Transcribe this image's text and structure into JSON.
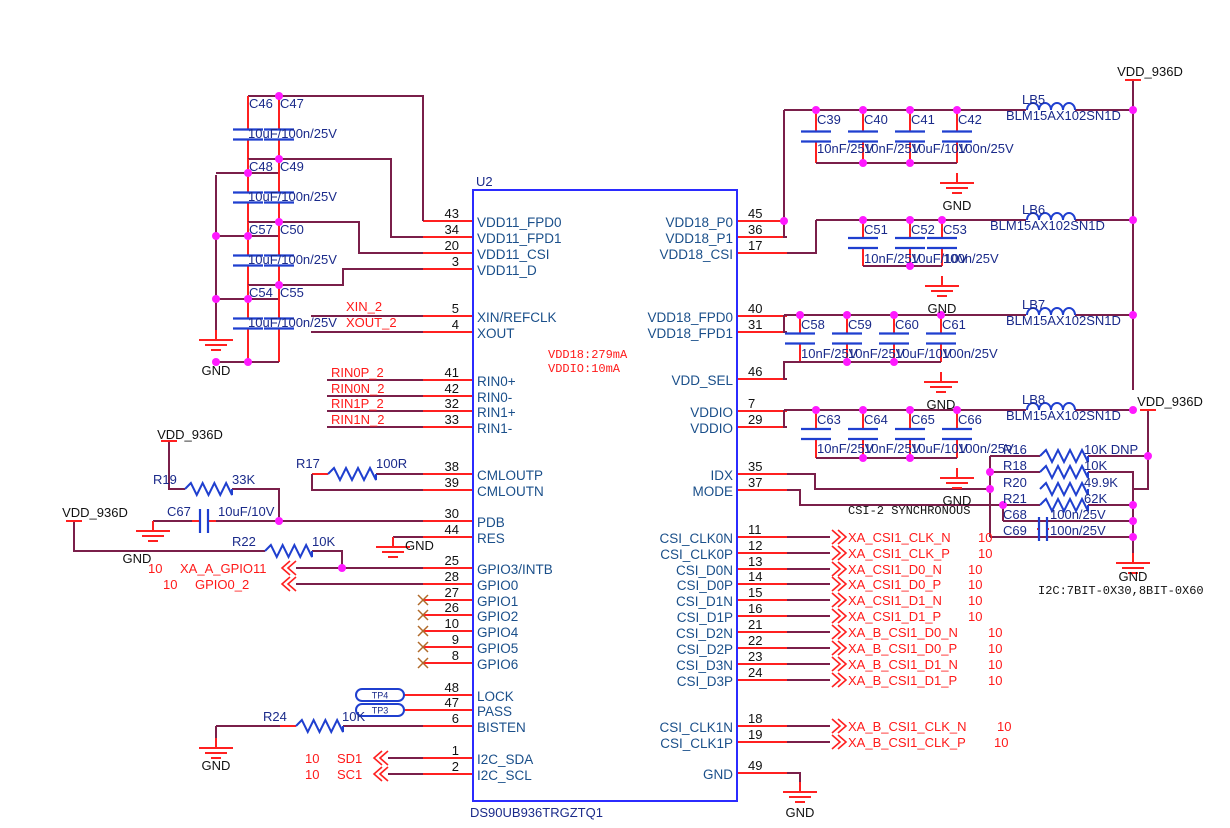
{
  "colors": {
    "wire": "#7a1f4a",
    "pin": "#ff2020",
    "body": "#2b2bff",
    "junction": "#ff19ff",
    "component": "#1f3fcf",
    "net_label": "#ff1a1a"
  },
  "ic": {
    "ref": "U2",
    "part": "DS90UB936TRGZTQ1",
    "notes": [
      "VDD18:279mA",
      "VDDIO:10mA"
    ],
    "left_pins": [
      {
        "num": "43",
        "name": "VDD11_FPD0"
      },
      {
        "num": "34",
        "name": "VDD11_FPD1"
      },
      {
        "num": "20",
        "name": "VDD11_CSI"
      },
      {
        "num": "3",
        "name": "VDD11_D"
      },
      {
        "num": "5",
        "name": "XIN/REFCLK"
      },
      {
        "num": "4",
        "name": "XOUT"
      },
      {
        "num": "41",
        "name": "RIN0+"
      },
      {
        "num": "42",
        "name": "RIN0-"
      },
      {
        "num": "32",
        "name": "RIN1+"
      },
      {
        "num": "33",
        "name": "RIN1-"
      },
      {
        "num": "38",
        "name": "CMLOUTP"
      },
      {
        "num": "39",
        "name": "CMLOUTN"
      },
      {
        "num": "30",
        "name": "PDB"
      },
      {
        "num": "44",
        "name": "RES"
      },
      {
        "num": "25",
        "name": "GPIO3/INTB"
      },
      {
        "num": "28",
        "name": "GPIO0"
      },
      {
        "num": "27",
        "name": "GPIO1"
      },
      {
        "num": "26",
        "name": "GPIO2"
      },
      {
        "num": "10",
        "name": "GPIO4"
      },
      {
        "num": "9",
        "name": "GPIO5"
      },
      {
        "num": "8",
        "name": "GPIO6"
      },
      {
        "num": "48",
        "name": "LOCK"
      },
      {
        "num": "47",
        "name": "PASS"
      },
      {
        "num": "6",
        "name": "BISTEN"
      },
      {
        "num": "1",
        "name": "I2C_SDA"
      },
      {
        "num": "2",
        "name": "I2C_SCL"
      }
    ],
    "right_pins": [
      {
        "num": "45",
        "name": "VDD18_P0"
      },
      {
        "num": "36",
        "name": "VDD18_P1"
      },
      {
        "num": "17",
        "name": "VDD18_CSI"
      },
      {
        "num": "40",
        "name": "VDD18_FPD0"
      },
      {
        "num": "31",
        "name": "VDD18_FPD1"
      },
      {
        "num": "46",
        "name": "VDD_SEL"
      },
      {
        "num": "7",
        "name": "VDDIO"
      },
      {
        "num": "29",
        "name": "VDDIO"
      },
      {
        "num": "35",
        "name": "IDX"
      },
      {
        "num": "37",
        "name": "MODE"
      },
      {
        "num": "11",
        "name": "CSI_CLK0N"
      },
      {
        "num": "12",
        "name": "CSI_CLK0P"
      },
      {
        "num": "13",
        "name": "CSI_D0N"
      },
      {
        "num": "14",
        "name": "CSI_D0P"
      },
      {
        "num": "15",
        "name": "CSI_D1N"
      },
      {
        "num": "16",
        "name": "CSI_D1P"
      },
      {
        "num": "21",
        "name": "CSI_D2N"
      },
      {
        "num": "22",
        "name": "CSI_D2P"
      },
      {
        "num": "23",
        "name": "CSI_D3N"
      },
      {
        "num": "24",
        "name": "CSI_D3P"
      },
      {
        "num": "18",
        "name": "CSI_CLK1N"
      },
      {
        "num": "19",
        "name": "CSI_CLK1P"
      },
      {
        "num": "49",
        "name": "GND"
      }
    ]
  },
  "left_cap_pairs": [
    {
      "a": "C46",
      "b": "C47",
      "value": "10uF/100n/25V"
    },
    {
      "a": "C48",
      "b": "C49",
      "value": "10uF/100n/25V"
    },
    {
      "a": "C57",
      "b": "C50",
      "value": "10uF/100n/25V"
    },
    {
      "a": "C54",
      "b": "C55",
      "value": "10uF/100n/25V"
    }
  ],
  "left_nets": {
    "xin": "XIN_2",
    "xout": "XOUT_2",
    "rin": [
      "RIN0P_2",
      "RIN0N_2",
      "RIN1P_2",
      "RIN1N_2"
    ],
    "gpio_ports": [
      {
        "page": "10",
        "name": "XA_A_GPIO11"
      },
      {
        "page": "10",
        "name": "GPIO0_2"
      }
    ],
    "i2c_ports": [
      {
        "page": "10",
        "name": "SD1"
      },
      {
        "page": "10",
        "name": "SC1"
      }
    ]
  },
  "left_parts": {
    "r17": {
      "ref": "R17",
      "value": "100R"
    },
    "r19": {
      "ref": "R19",
      "value": "33K"
    },
    "c67": {
      "ref": "C67",
      "value": "10uF/10V"
    },
    "r22": {
      "ref": "R22",
      "value": "10K"
    },
    "r24": {
      "ref": "R24",
      "value": "10K"
    },
    "tp4": "TP4",
    "tp3": "TP3"
  },
  "power": {
    "vdd": "VDD_936D",
    "gnd": "GND"
  },
  "rails": [
    {
      "ferrite": "LB5",
      "part": "BLM15AX102SN1D",
      "caps": [
        {
          "ref": "C39",
          "value": "10nF/25V"
        },
        {
          "ref": "C40",
          "value": "10nF/25V"
        },
        {
          "ref": "C41",
          "value": "10uF/10V"
        },
        {
          "ref": "C42",
          "value": "100n/25V"
        }
      ]
    },
    {
      "ferrite": "LB6",
      "part": "BLM15AX102SN1D",
      "caps": [
        {
          "ref": "C51",
          "value": "10nF/25V"
        },
        {
          "ref": "C52",
          "value": "10uF/10V"
        },
        {
          "ref": "C53",
          "value": "100n/25V"
        }
      ]
    },
    {
      "ferrite": "LB7",
      "part": "BLM15AX102SN1D",
      "caps": [
        {
          "ref": "C58",
          "value": "10nF/25V"
        },
        {
          "ref": "C59",
          "value": "10nF/25V"
        },
        {
          "ref": "C60",
          "value": "10uF/10V"
        },
        {
          "ref": "C61",
          "value": "100n/25V"
        }
      ]
    },
    {
      "ferrite": "LB8",
      "part": "BLM15AX102SN1D",
      "caps": [
        {
          "ref": "C63",
          "value": "10nF/25V"
        },
        {
          "ref": "C64",
          "value": "10nF/25V"
        },
        {
          "ref": "C65",
          "value": "10uF/10V"
        },
        {
          "ref": "C66",
          "value": "100n/25V"
        }
      ]
    }
  ],
  "strap": {
    "parts": [
      {
        "ref": "R16",
        "value": "10K DNP"
      },
      {
        "ref": "R18",
        "value": "10K"
      },
      {
        "ref": "R20",
        "value": "49.9K"
      },
      {
        "ref": "R21",
        "value": "62K"
      },
      {
        "ref": "C68",
        "value": "100n/25V"
      },
      {
        "ref": "C69",
        "value": "100n/25V"
      }
    ],
    "mode_note": "CSI-2 SYNCHRONOUS",
    "i2c_note": "I2C:7BIT-0X30,8BIT-0X60"
  },
  "csi_ports": [
    {
      "name": "XA_CSI1_CLK_N",
      "page": "10"
    },
    {
      "name": "XA_CSI1_CLK_P",
      "page": "10"
    },
    {
      "name": "XA_CSI1_D0_N",
      "page": "10"
    },
    {
      "name": "XA_CSI1_D0_P",
      "page": "10"
    },
    {
      "name": "XA_CSI1_D1_N",
      "page": "10"
    },
    {
      "name": "XA_CSI1_D1_P",
      "page": "10"
    },
    {
      "name": "XA_B_CSI1_D0_N",
      "page": "10"
    },
    {
      "name": "XA_B_CSI1_D0_P",
      "page": "10"
    },
    {
      "name": "XA_B_CSI1_D1_N",
      "page": "10"
    },
    {
      "name": "XA_B_CSI1_D1_P",
      "page": "10"
    },
    {
      "name": "XA_B_CSI1_CLK_N",
      "page": "10"
    },
    {
      "name": "XA_B_CSI1_CLK_P",
      "page": "10"
    }
  ]
}
